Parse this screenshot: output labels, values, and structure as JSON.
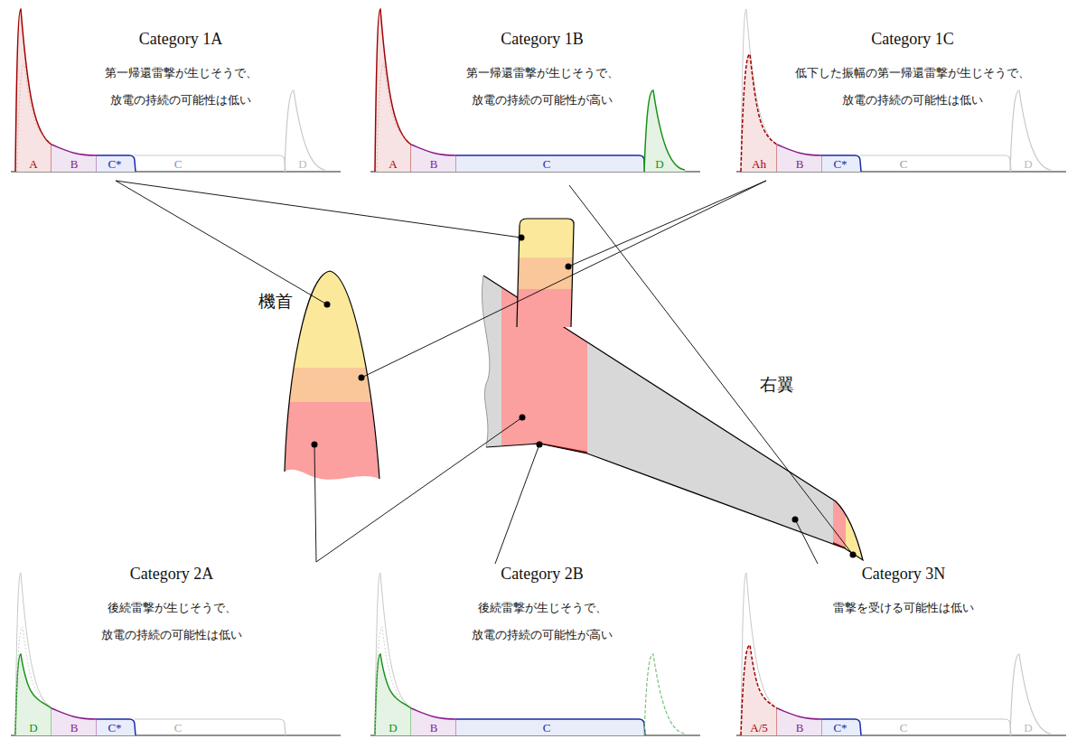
{
  "diagram": {
    "nodes": [
      {
        "text": [
          "Category 1A",
          "第一帰還雷撃が生じそうで、 放電の持続の可能性は低い"
        ]
      },
      {
        "text": [
          "Category 1B",
          "第一帰還雷撃が生じそうで、 放電の持続の可能性が高い"
        ]
      },
      {
        "text": [
          "Category 1C",
          "低下した振幅の第一帰還雷撃が生じそうで、 放電の持続の可能性は低い"
        ]
      },
      {
        "text": [
          "Category 2A",
          "後続雷撃が生じそうで、 放電の持続の可能性は低い"
        ]
      },
      {
        "text": [
          "Category 2B",
          "後続雷撃が生じそうで、 放電の持続の可能性が高い"
        ]
      },
      {
        "text": [
          "Category 3N",
          "雷撃を受ける可能性は低い"
        ]
      }
    ],
    "labels": [
      "A",
      "B",
      "C*",
      "C",
      "D",
      "A",
      "B",
      "C",
      "D",
      "Ah",
      "B",
      "C*",
      "C",
      "D",
      "D",
      "B",
      "C*",
      "C",
      "D",
      "B",
      "C",
      "A/5",
      "B",
      "C*",
      "C",
      "D",
      "機首",
      "右翼"
    ]
  }
}
